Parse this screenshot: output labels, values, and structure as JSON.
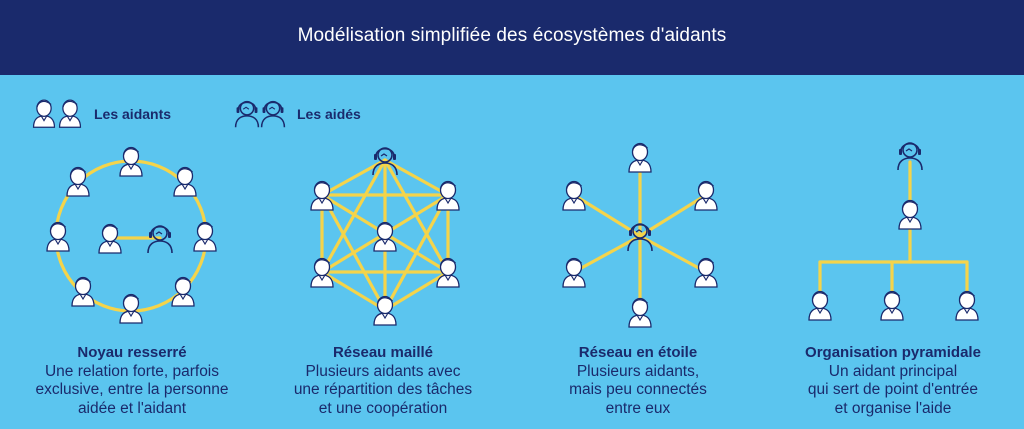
{
  "header": {
    "title": "Modélisation simplifiée des écosystèmes d'aidants"
  },
  "legend": {
    "aidants_label": "Les aidants",
    "aides_label": "Les aidés"
  },
  "colors": {
    "background": "#5bc5ef",
    "header": "#1a2a6c",
    "line": "#f5d44a",
    "icon_fill": "#ffffff",
    "text": "#1a2a6c"
  },
  "icons": {
    "aidant": "aidant-person-icon",
    "aide": "aide-person-headset-icon"
  },
  "models": [
    {
      "title": "Noyau resserré",
      "lines": [
        "Une relation forte, parfois",
        "exclusive, entre la personne",
        "aidée et l'aidant"
      ]
    },
    {
      "title": "Réseau maillé",
      "lines": [
        "Plusieurs aidants avec",
        "une répartition des tâches",
        "et une coopération"
      ]
    },
    {
      "title": "Réseau en étoile",
      "lines": [
        "Plusieurs aidants,",
        "mais peu connectés",
        "entre eux"
      ]
    },
    {
      "title": "Organisation pyramidale",
      "lines": [
        "Un aidant principal",
        "qui sert de point d'entrée",
        "et organise l'aide"
      ]
    }
  ]
}
